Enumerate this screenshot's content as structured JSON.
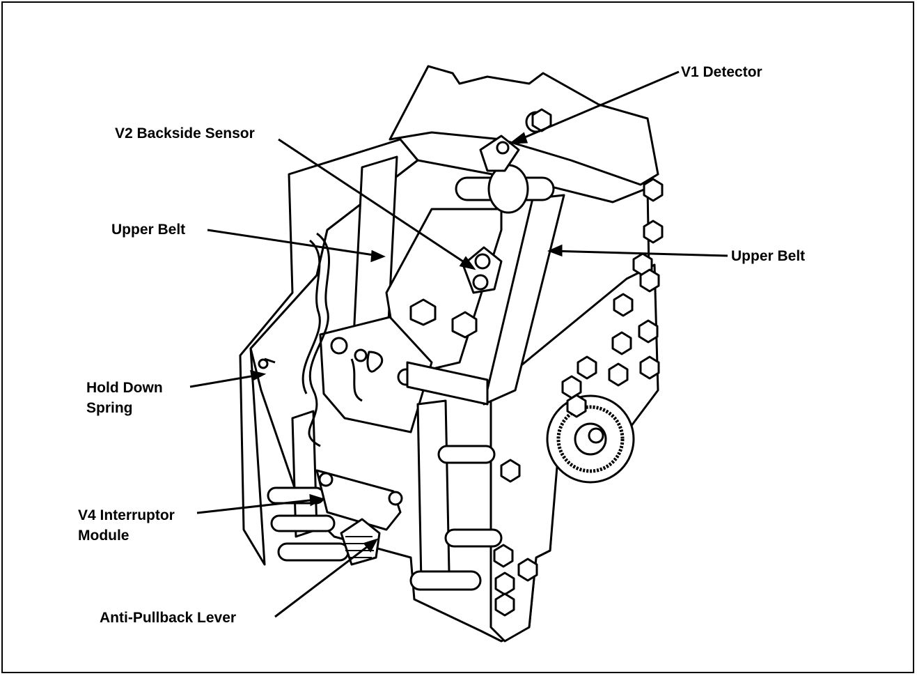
{
  "labels": {
    "v1_detector": "V1 Detector",
    "v2_backside_sensor": "V2 Backside Sensor",
    "upper_belt_left": "Upper Belt",
    "upper_belt_right": "Upper Belt",
    "hold_down_spring_line1": "Hold Down",
    "hold_down_spring_line2": "Spring",
    "v4_interruptor_line1": "V4 Interruptor",
    "v4_interruptor_line2": "Module",
    "anti_pullback_lever": "Anti-Pullback Lever"
  },
  "colors": {
    "ink": "#000000",
    "paper": "#ffffff"
  }
}
